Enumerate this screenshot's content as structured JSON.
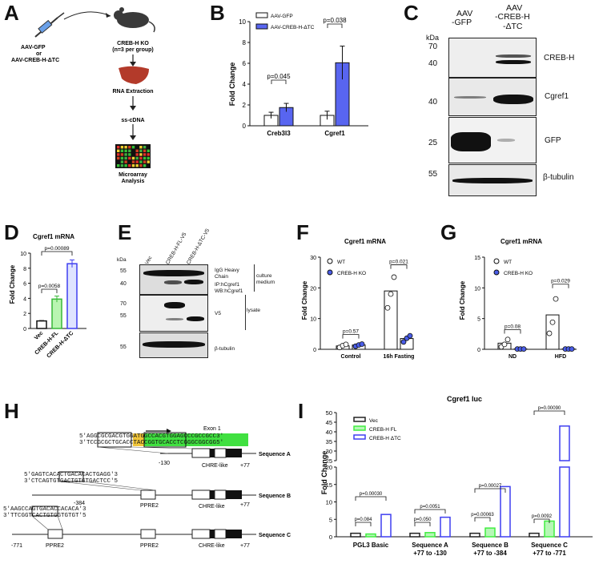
{
  "panels": {
    "A": {
      "label": "A",
      "syringe_text_1": "AAV-GFP",
      "syringe_text_2": "or",
      "syringe_text_3": "AAV-CREB-H-ΔTC",
      "mouse_text_1": "CREB-H KO",
      "mouse_text_2": "(n=3 per group)",
      "step1": "RNA Extraction",
      "step2": "ss-cDNA",
      "step3_1": "Microarray",
      "step3_2": "Analysis"
    },
    "B": {
      "label": "B",
      "ylabel": "Fold Change",
      "legend": [
        "AAV-GFP",
        "AAV-CREB-H-ΔTC"
      ],
      "p1": "p=0.045",
      "p2": "p=0.038",
      "yticks": [
        "0",
        "2",
        "4",
        "6",
        "8",
        "10"
      ]
    },
    "C": {
      "label": "C",
      "col1": "AAV",
      "col1b": "-GFP",
      "col2": "AAV",
      "col2b": "-CREB-H",
      "col2c": "-ΔTC",
      "kda": "kDa",
      "m70": "70",
      "m40a": "40",
      "m40b": "40",
      "m25": "25",
      "m55": "55",
      "creb": "CREB-H",
      "cgref": "Cgref1",
      "gfp": "GFP",
      "tub": "β-tubulin"
    },
    "D": {
      "label": "D",
      "title": "Cgref1 mRNA",
      "ylabel": "Fold Change",
      "p1": "p=0.0058",
      "p2": "p=0.00089",
      "yticks": [
        "0",
        "2",
        "4",
        "6",
        "8",
        "10"
      ]
    },
    "E": {
      "label": "E",
      "kda": "kDa",
      "cols": [
        "Vec",
        "CREB-H-FL-V5",
        "CREB-H-ΔTC-V5"
      ],
      "m55a": "55",
      "m40": "40",
      "m70": "70",
      "m55b": "55",
      "m55c": "55",
      "igg1": "IgG Heavy",
      "igg2": "Chain",
      "ip1": "IP:hCgref1",
      "ip2": "WB:hCgref1",
      "culture1": "culture",
      "culture2": "medium",
      "v5": "V5",
      "lysate": "lysate",
      "tub": "β-tubulin"
    },
    "F": {
      "label": "F",
      "title": "Cgref1 mRNA",
      "ylabel": "Fold Change",
      "legend": [
        "WT",
        "CREB-H KO"
      ],
      "p1": "p=0.57",
      "p2": "p=0.021",
      "yticks": [
        "0",
        "10",
        "20",
        "30"
      ]
    },
    "G": {
      "label": "G",
      "title": "Cgref1 mRNA",
      "ylabel": "Fold Change",
      "legend": [
        "WT",
        "CREB-H KO"
      ],
      "p1": "p=0.08",
      "p2": "p=0.029",
      "yticks": [
        "0",
        "5",
        "10",
        "15"
      ]
    },
    "H": {
      "label": "H",
      "exon": "Exon 1",
      "seqA1": "5'AGGC",
      "seqA1b": "GCGACGTGG",
      "seqA2": "3'TCCG",
      "seqA2b": "CGCTGCACC",
      "atg": "ATG",
      "tac": "TAC",
      "green1": "GCCACGTGGAGCCCGCCGCC",
      "green2": "CGGTGCACCTCGGGCGGCGG",
      "end1": "3'",
      "end2": "5'",
      "pos130": "-130",
      "chre": "CHRE-like",
      "p77": "+77",
      "seqA": "Sequence A",
      "seqB1": "5'GAGTCACAC",
      "seqB1b": "TGACA",
      "seqB1c": "CACTGAGG'3",
      "seqB2": "3'CTCAGTGTG",
      "seqB2b": "ACTGT",
      "seqB2c": "GTGACTCC'5",
      "pos384": "-384",
      "ppre2": "PPRE2",
      "seqB": "Sequence B",
      "seqC1": "5'AAGCCAG",
      "seqC1b": "TGACA",
      "seqC1c": "CCACACA'3",
      "seqC2": "3'TTCGGTC",
      "seqC2b": "ACTGT",
      "seqC2c": "GGTGTGT'5",
      "pos771": "-771",
      "seqC": "Sequence C"
    },
    "I": {
      "label": "I",
      "title": "Cgref1 luc",
      "ylabel": "Fold Change",
      "legend": [
        "Vec",
        "CREB-H FL",
        "CREB-H ΔTC"
      ],
      "pvals": [
        "p=0.084",
        "p=0.00030",
        "p=0.050",
        "p=0.0051",
        "p=0.00063",
        "p=0.00027",
        "p=0.0092",
        "p=0.00090"
      ],
      "yticks_low": [
        "0",
        "5",
        "10",
        "15",
        "20"
      ],
      "yticks_high": [
        "25",
        "30",
        "35",
        "40",
        "45",
        "50"
      ]
    }
  },
  "chart_data": [
    {
      "type": "bar",
      "panel": "B",
      "categories": [
        "Creb3l3",
        "Cgref1"
      ],
      "series": [
        {
          "name": "AAV-GFP",
          "values": [
            1.0,
            1.0
          ]
        },
        {
          "name": "AAV-CREB-H-ΔTC",
          "values": [
            1.75,
            6.05
          ]
        }
      ],
      "errors": [
        [
          0.3,
          0.4
        ],
        [
          0.4,
          1.6
        ]
      ],
      "ylabel": "Fold Change",
      "ylim": [
        0,
        10
      ],
      "colors": [
        "#ffffff",
        "#5865f0"
      ]
    },
    {
      "type": "bar",
      "panel": "D",
      "title": "Cgref1 mRNA",
      "categories": [
        "Vec",
        "CREB-H-FL",
        "CREB-H-ΔTC"
      ],
      "values": [
        1.0,
        3.9,
        8.6
      ],
      "errors": [
        0.05,
        0.4,
        0.5
      ],
      "ylabel": "Fold Change",
      "ylim": [
        0,
        10
      ],
      "colors": [
        "#ffffff",
        "#b9f5b1",
        "#dfe4ff"
      ]
    },
    {
      "type": "bar",
      "panel": "F",
      "title": "Cgref1 mRNA",
      "categories": [
        "Control",
        "16h Fasting"
      ],
      "series": [
        {
          "name": "WT",
          "values": [
            1.1,
            19.0
          ],
          "points": [
            [
              0.6,
              1.2,
              1.6
            ],
            [
              13.5,
              18.0,
              23.5
            ]
          ]
        },
        {
          "name": "CREB-H KO",
          "values": [
            1.4,
            3.5
          ],
          "points": [
            [
              1.0,
              1.4,
              1.7
            ],
            [
              2.4,
              3.6,
              4.4
            ]
          ]
        }
      ],
      "ylabel": "Fold Change",
      "ylim": [
        0,
        30
      ]
    },
    {
      "type": "bar",
      "panel": "G",
      "title": "Cgref1 mRNA",
      "categories": [
        "ND",
        "HFD"
      ],
      "series": [
        {
          "name": "WT",
          "values": [
            1.0,
            5.6
          ],
          "points": [
            [
              0.4,
              0.8,
              1.6
            ],
            [
              2.6,
              4.4,
              8.2
            ]
          ]
        },
        {
          "name": "CREB-H KO",
          "values": [
            0.05,
            0.05
          ],
          "points": [
            [
              0.05,
              0.05,
              0.05
            ],
            [
              0.05,
              0.05,
              0.05
            ]
          ]
        }
      ],
      "ylabel": "Fold Change",
      "ylim": [
        0,
        15
      ]
    },
    {
      "type": "bar",
      "panel": "I",
      "title": "Cgref1 luc",
      "categories": [
        "PGL3 Basic",
        "Sequence A +77 to -130",
        "Sequence B +77 to -384",
        "Sequence C +77 to -771"
      ],
      "series": [
        {
          "name": "Vec",
          "values": [
            1.0,
            1.0,
            1.0,
            1.0
          ]
        },
        {
          "name": "CREB-H FL",
          "values": [
            0.8,
            1.2,
            2.5,
            4.5
          ]
        },
        {
          "name": "CREB-H ΔTC",
          "values": [
            6.4,
            5.6,
            14.4,
            43.0
          ]
        }
      ],
      "ylabel": "Fold Change",
      "ylim": [
        0,
        50
      ],
      "colors": [
        "#222222",
        "#41ee41",
        "#3f3ff0"
      ]
    }
  ]
}
